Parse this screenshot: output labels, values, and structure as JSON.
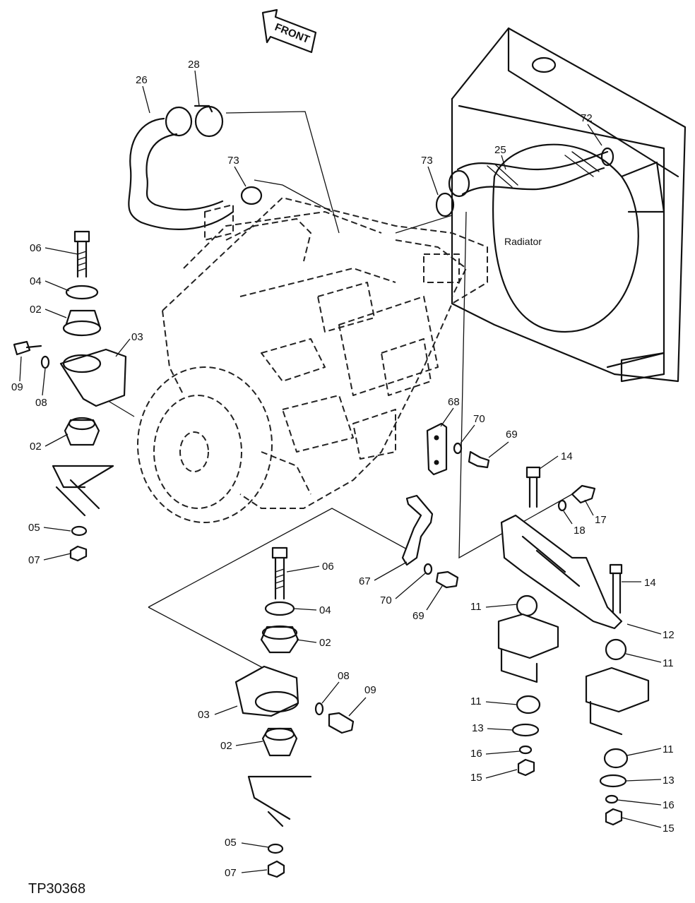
{
  "figure_id": "TP30368",
  "front_arrow_label": "FRONT",
  "radiator_label": "Radiator",
  "callouts": {
    "c26": "26",
    "c28": "28",
    "c73a": "73",
    "c73b": "73",
    "c25": "25",
    "c72": "72",
    "c06a": "06",
    "c04a": "04",
    "c02a": "02",
    "c03a": "03",
    "c09a": "09",
    "c08a": "08",
    "c02b": "02",
    "c05a": "05",
    "c07a": "07",
    "c68": "68",
    "c70a": "70",
    "c69a": "69",
    "c14a": "14",
    "c17": "17",
    "c18": "18",
    "c67": "67",
    "c70b": "70",
    "c69b": "69",
    "c06b": "06",
    "c04b": "04",
    "c02c": "02",
    "c08b": "08",
    "c09b": "09",
    "c03b": "03",
    "c02d": "02",
    "c05b": "05",
    "c07b": "07",
    "c14b": "14",
    "c11a": "11",
    "c12": "12",
    "c11b": "11",
    "c11c": "11",
    "c13a": "13",
    "c16a": "16",
    "c15a": "15",
    "c11d": "11",
    "c13b": "13",
    "c16b": "16",
    "c15b": "15"
  }
}
